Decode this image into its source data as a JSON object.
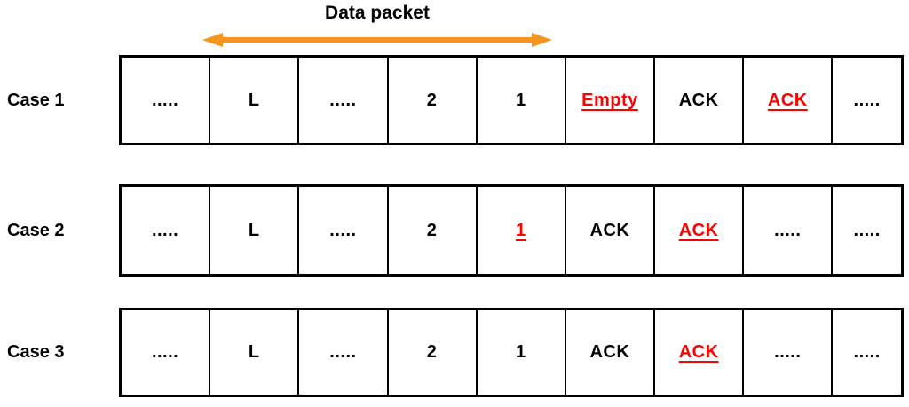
{
  "header": {
    "label": "Data packet"
  },
  "colors": {
    "arrow": "#F7941D",
    "highlight": "#FF0000",
    "text": "#000000",
    "border": "#000000",
    "background": "#FFFFFF"
  },
  "rows": [
    {
      "label": "Case 1",
      "cells": [
        {
          "text": ".....",
          "red": false,
          "underline": false
        },
        {
          "text": "L",
          "red": false,
          "underline": false
        },
        {
          "text": ".....",
          "red": false,
          "underline": false
        },
        {
          "text": "2",
          "red": false,
          "underline": false
        },
        {
          "text": "1",
          "red": false,
          "underline": false
        },
        {
          "text": "Empty",
          "red": true,
          "underline": true
        },
        {
          "text": "ACK",
          "red": false,
          "underline": false
        },
        {
          "text": "ACK",
          "red": true,
          "underline": true
        },
        {
          "text": ".....",
          "red": false,
          "underline": false
        }
      ]
    },
    {
      "label": "Case 2",
      "cells": [
        {
          "text": ".....",
          "red": false,
          "underline": false
        },
        {
          "text": "L",
          "red": false,
          "underline": false
        },
        {
          "text": ".....",
          "red": false,
          "underline": false
        },
        {
          "text": "2",
          "red": false,
          "underline": false
        },
        {
          "text": "1",
          "red": true,
          "underline": true
        },
        {
          "text": "ACK",
          "red": false,
          "underline": false
        },
        {
          "text": "ACK",
          "red": true,
          "underline": true
        },
        {
          "text": ".....",
          "red": false,
          "underline": false
        },
        {
          "text": ".....",
          "red": false,
          "underline": false
        }
      ]
    },
    {
      "label": "Case 3",
      "cells": [
        {
          "text": ".....",
          "red": false,
          "underline": false
        },
        {
          "text": "L",
          "red": false,
          "underline": false
        },
        {
          "text": ".....",
          "red": false,
          "underline": false
        },
        {
          "text": "2",
          "red": false,
          "underline": false
        },
        {
          "text": "1",
          "red": false,
          "underline": false
        },
        {
          "text": "ACK",
          "red": false,
          "underline": false
        },
        {
          "text": "ACK",
          "red": true,
          "underline": true
        },
        {
          "text": ".....",
          "red": false,
          "underline": false
        },
        {
          "text": ".....",
          "red": false,
          "underline": false
        }
      ]
    }
  ]
}
